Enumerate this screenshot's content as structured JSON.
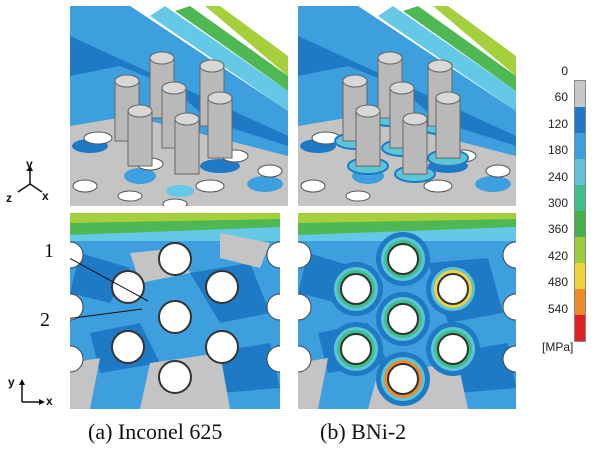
{
  "figure": {
    "panel_a_caption": "(a) Inconel 625",
    "panel_b_caption": "(b) BNi-2",
    "callout_1": "1",
    "callout_2": "2"
  },
  "axes_3d": {
    "y": "y",
    "z": "z",
    "x": "x"
  },
  "axes_2d": {
    "y": "y",
    "x": "x"
  },
  "colorbar": {
    "unit": "[MPa]",
    "tick_labels": [
      "0",
      "60",
      "120",
      "180",
      "240",
      "300",
      "360",
      "420",
      "480",
      "540"
    ],
    "colors": [
      "#c8c8c8",
      "#1e78c8",
      "#3b9fe0",
      "#5ec5d8",
      "#3cbf8a",
      "#44b04a",
      "#9ccc3a",
      "#f0d23c",
      "#f08a28",
      "#e02020"
    ]
  },
  "legend_colors": {
    "gray": "#c4c4c4",
    "blue_dark": "#1f7ac6",
    "blue": "#3d9fde",
    "blue_light": "#64c8e6",
    "cyan": "#6fd3d0",
    "green": "#4fb854",
    "yellow_green": "#a6cf3e"
  }
}
